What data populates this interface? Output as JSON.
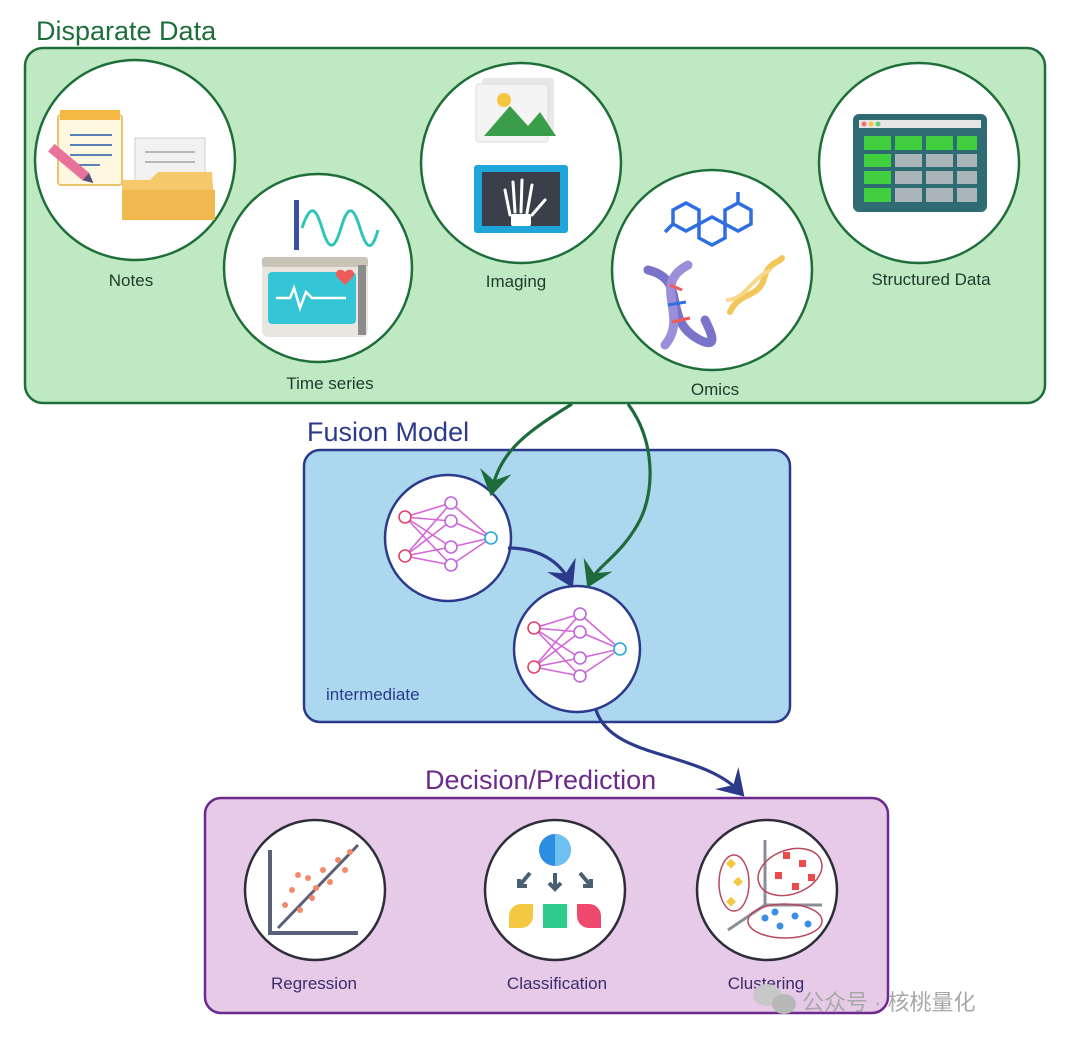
{
  "disparate": {
    "title": "Disparate Data",
    "items": {
      "notes": "Notes",
      "time_series": "Time series",
      "imaging": "Imaging",
      "omics": "Omics",
      "structured": "Structured Data"
    }
  },
  "fusion": {
    "title": "Fusion Model",
    "mode": "intermediate"
  },
  "decision": {
    "title": "Decision/Prediction",
    "items": {
      "regression": "Regression",
      "classification": "Classification",
      "clustering": "Clustering"
    }
  },
  "watermark": "公众号 · 核桃量化",
  "colors": {
    "green_title": "#1e6e3a",
    "green_fill": "#bfe9c3",
    "blue_title": "#2c3a8c",
    "blue_fill": "#abd8ee",
    "purple_title": "#6b2a8c",
    "purple_fill": "#e7c9e8"
  }
}
